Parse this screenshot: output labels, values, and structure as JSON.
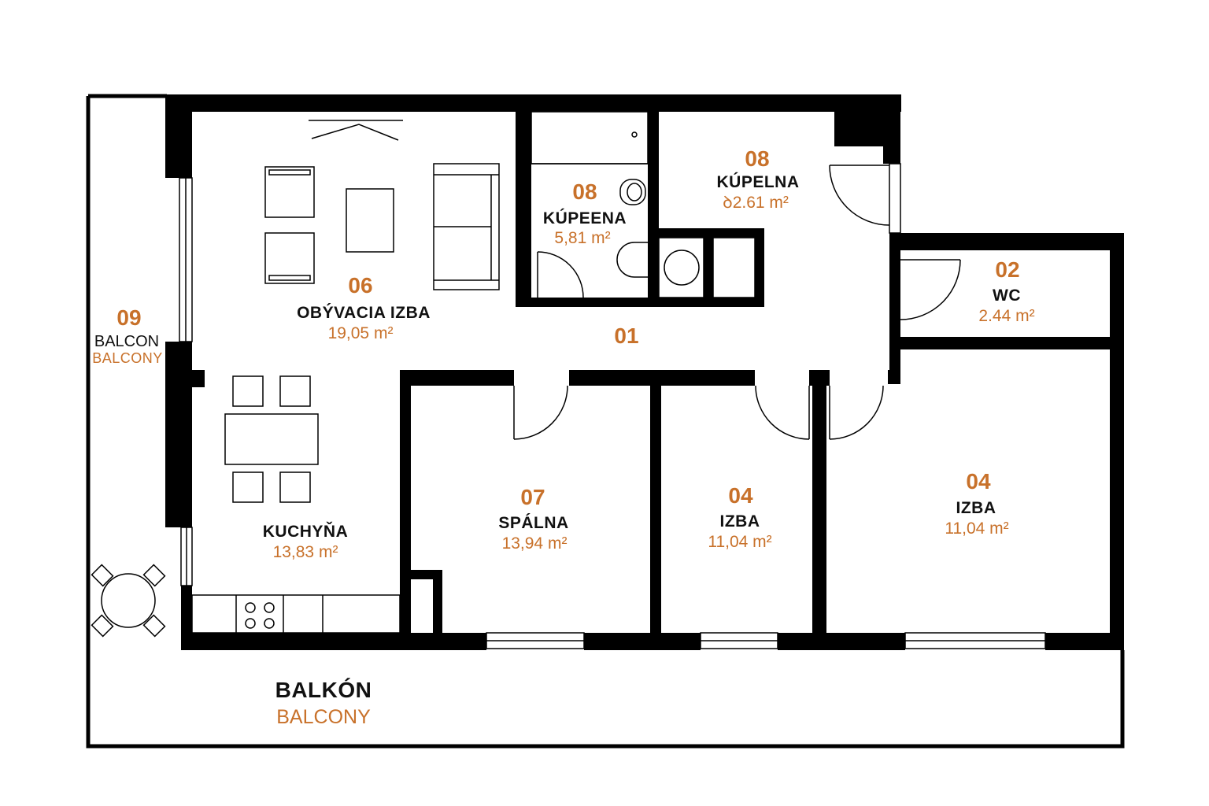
{
  "colors": {
    "wall": "#000000",
    "accent": "#c8712a",
    "text": "#111111"
  },
  "rooms": {
    "living": {
      "number": "06",
      "name": "OBÝVACIA IZBA",
      "area": "19,05 m²"
    },
    "kitchen": {
      "name": "KUCHYŇA",
      "area": "13,83 m²"
    },
    "hall": {
      "number": "01"
    },
    "bath1": {
      "number": "08",
      "name": "KÚPEENA",
      "area": "5,81 m²"
    },
    "bath2": {
      "number": "08",
      "name": "KÚPELNA",
      "area": "ꝺ2.61 m²"
    },
    "wc": {
      "number": "02",
      "name": "WC",
      "area": "2.44 m²"
    },
    "bedroom": {
      "number": "07",
      "name": "SPÁLNA",
      "area": "13,94 m²"
    },
    "room_a": {
      "number": "04",
      "name": "IZBA",
      "area": "11,04 m²"
    },
    "room_b": {
      "number": "04",
      "name": "IZBA",
      "area": "11,04 m²"
    },
    "side_balcony": {
      "number": "09",
      "name": "BALCON",
      "sub": "BALCONY"
    },
    "main_balcony": {
      "name": "BALKÓN",
      "sub": "BALCONY"
    }
  }
}
